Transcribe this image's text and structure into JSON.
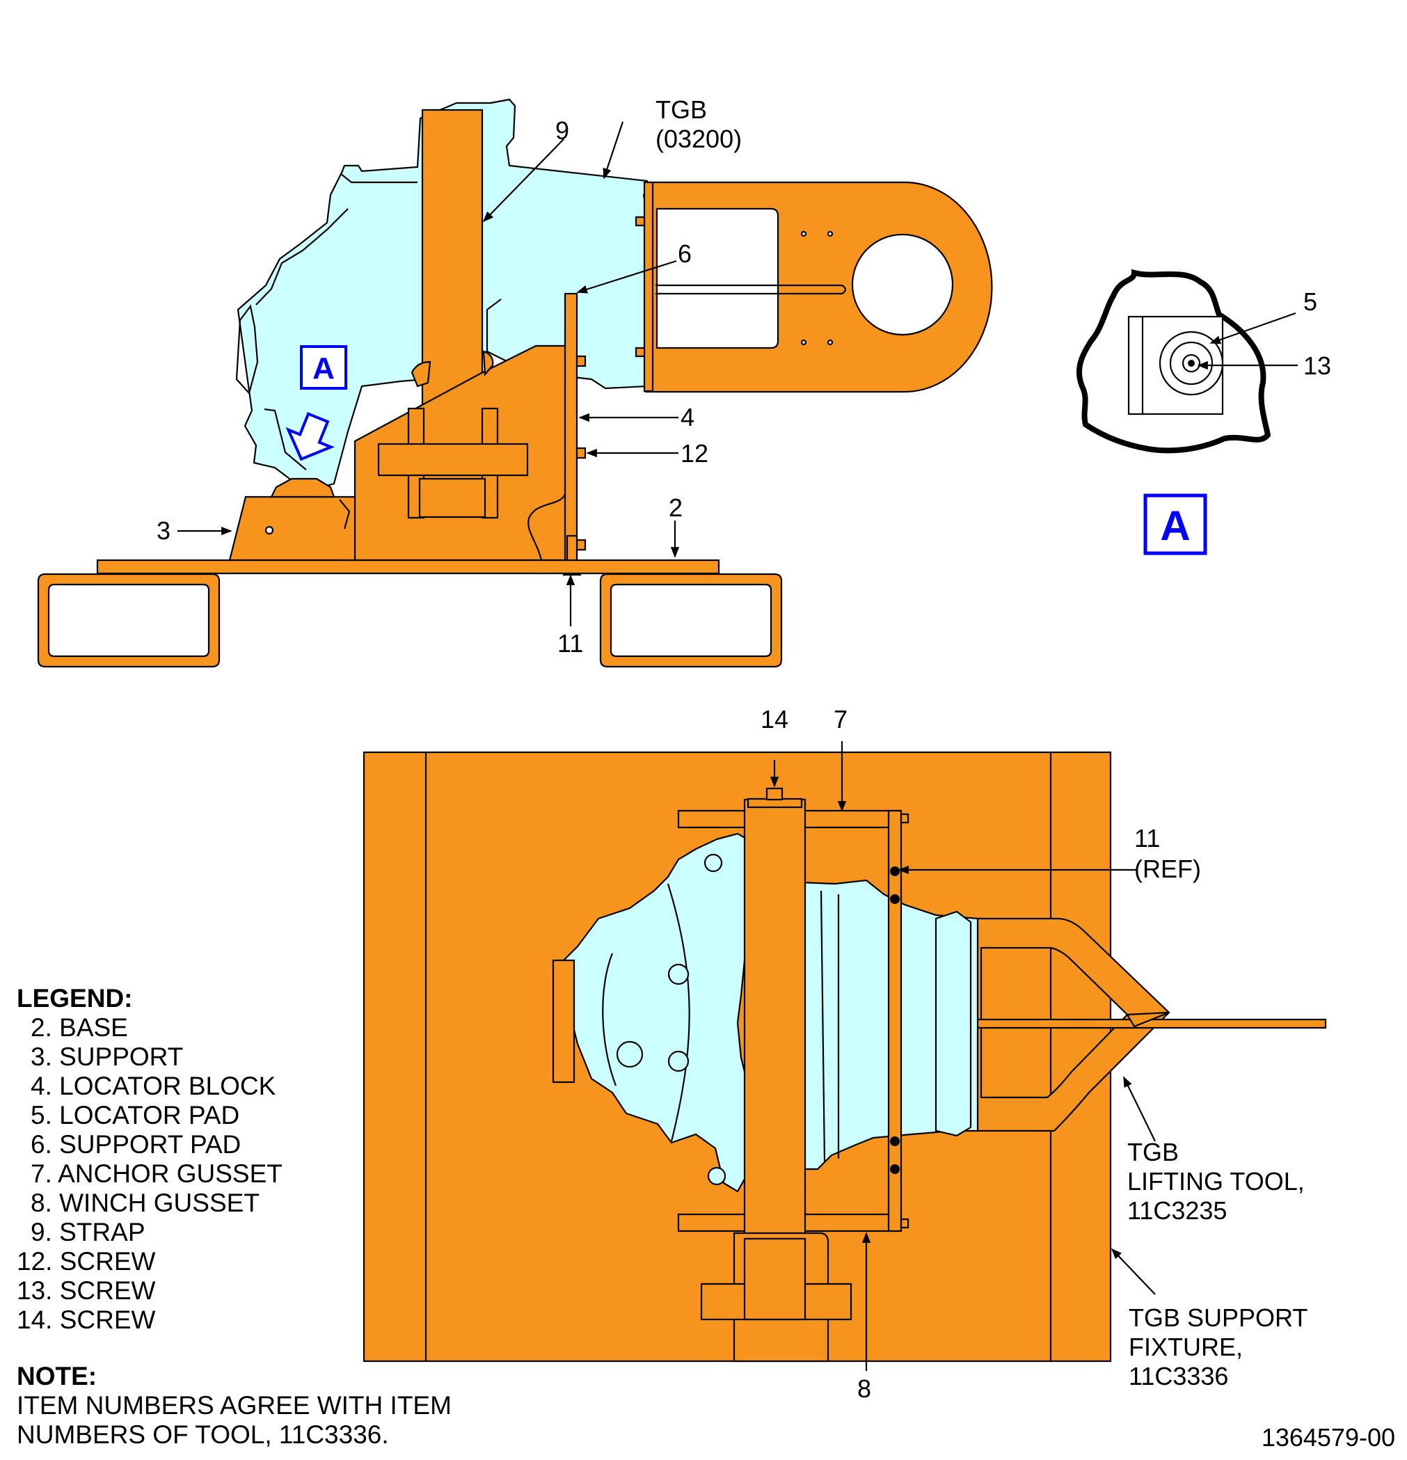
{
  "callouts": {
    "tgb_ref": "TGB",
    "tgb_ref_code": "(03200)",
    "c9": "9",
    "c6": "6",
    "c4": "4",
    "c12": "12",
    "c3": "3",
    "c2": "2",
    "c11": "11",
    "c5": "5",
    "c13": "13",
    "c14": "14",
    "c7": "7",
    "c11_ref_num": "11",
    "c11_ref": "(REF)",
    "c8": "8"
  },
  "view_a_marker": "A",
  "view_a_label": "A",
  "lifting_tool": [
    "TGB",
    "LIFTING TOOL,",
    "11C3235"
  ],
  "support_fixture": [
    "TGB SUPPORT",
    "FIXTURE,",
    "11C3336"
  ],
  "legend": {
    "title": "LEGEND:",
    "items": [
      "2. BASE",
      "3. SUPPORT",
      "4. LOCATOR BLOCK",
      "5. LOCATOR PAD",
      "6. SUPPORT PAD",
      "7. ANCHOR GUSSET",
      "8. WINCH GUSSET",
      "9. STRAP",
      "12. SCREW",
      "13. SCREW",
      "14. SCREW"
    ]
  },
  "note": {
    "title": "NOTE:",
    "lines": [
      "ITEM NUMBERS AGREE WITH ITEM",
      "NUMBERS OF TOOL, 11C3336."
    ]
  },
  "figure_number": "1364579-00",
  "colors": {
    "tool_orange": "#F7941D",
    "gearbox_cyan": "#CCFFFF",
    "view_marker_blue": "#0000FF",
    "outline": "#000000"
  }
}
